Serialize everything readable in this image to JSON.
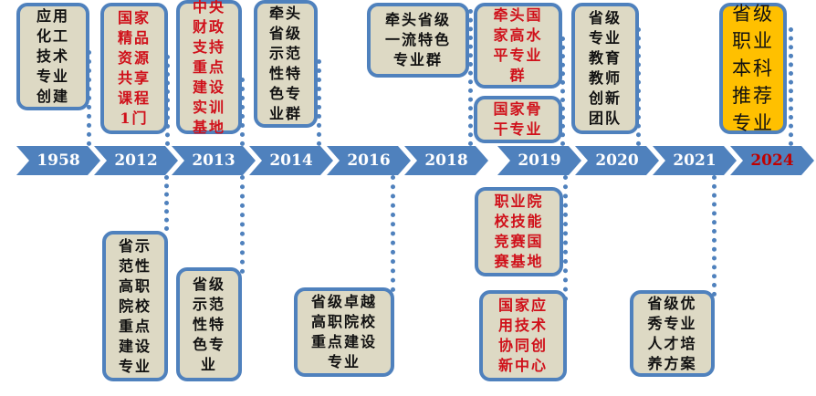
{
  "years": [
    {
      "label": "1958",
      "highlight": false
    },
    {
      "label": "2012",
      "highlight": false
    },
    {
      "label": "2013",
      "highlight": false
    },
    {
      "label": "2014",
      "highlight": false
    },
    {
      "label": "2016",
      "highlight": false
    },
    {
      "label": "2018",
      "highlight": false
    },
    {
      "label": "2019",
      "highlight": false
    },
    {
      "label": "2020",
      "highlight": false
    },
    {
      "label": "2021",
      "highlight": false
    },
    {
      "label": "2024",
      "highlight": true
    }
  ],
  "milestones": [
    {
      "year": "1958",
      "style": "normal",
      "lines": [
        "应用",
        "化工",
        "技术",
        "专业",
        "创建"
      ]
    },
    {
      "year": "2012",
      "style": "red",
      "lines": [
        "国家",
        "精品",
        "资源",
        "共享",
        "课程",
        "1门"
      ]
    },
    {
      "year": "2013",
      "style": "red",
      "lines": [
        "中央",
        "财政",
        "支持",
        "重点",
        "建设",
        "实训",
        "基地"
      ]
    },
    {
      "year": "2014",
      "style": "normal",
      "lines": [
        "牵头",
        "省级",
        "示范",
        "性特",
        "色专",
        "业群"
      ]
    },
    {
      "year": "2018",
      "style": "normal",
      "lines": [
        "牵头省级",
        "一流特色",
        "专业群"
      ]
    },
    {
      "year": "2019",
      "style": "red",
      "lines": [
        "牵头国",
        "家高水",
        "平专业",
        "群"
      ]
    },
    {
      "year": "2019",
      "style": "red",
      "lines": [
        "国家骨",
        "干专业"
      ]
    },
    {
      "year": "2020",
      "style": "normal",
      "lines": [
        "省级",
        "专业",
        "教育",
        "教师",
        "创新",
        "团队"
      ]
    },
    {
      "year": "2024",
      "style": "yellow",
      "lines": [
        "省级",
        "职业",
        "本科",
        "推荐",
        "专业"
      ]
    },
    {
      "year": "2012",
      "style": "normal",
      "lines": [
        "省示",
        "范性",
        "高职",
        "院校",
        "重点",
        "建设",
        "专业"
      ]
    },
    {
      "year": "2013",
      "style": "normal",
      "lines": [
        "省级",
        "示范",
        "性特",
        "色专",
        "业"
      ]
    },
    {
      "year": "2016",
      "style": "normal",
      "lines": [
        "省级卓越",
        "高职院校",
        "重点建设",
        "专业"
      ]
    },
    {
      "year": "2019",
      "style": "red",
      "lines": [
        "职业院",
        "校技能",
        "竞赛国",
        "赛基地"
      ]
    },
    {
      "year": "2019",
      "style": "red",
      "lines": [
        "国家应",
        "用技术",
        "协同创",
        "新中心"
      ]
    },
    {
      "year": "2021",
      "style": "normal",
      "lines": [
        "省级优",
        "秀专业",
        "人才培",
        "养方案"
      ]
    }
  ],
  "colors": {
    "arrow": "#4f81bd",
    "box": "#ddd9c4",
    "highlight_box": "#ffc000",
    "red_text": "#d0101a"
  }
}
